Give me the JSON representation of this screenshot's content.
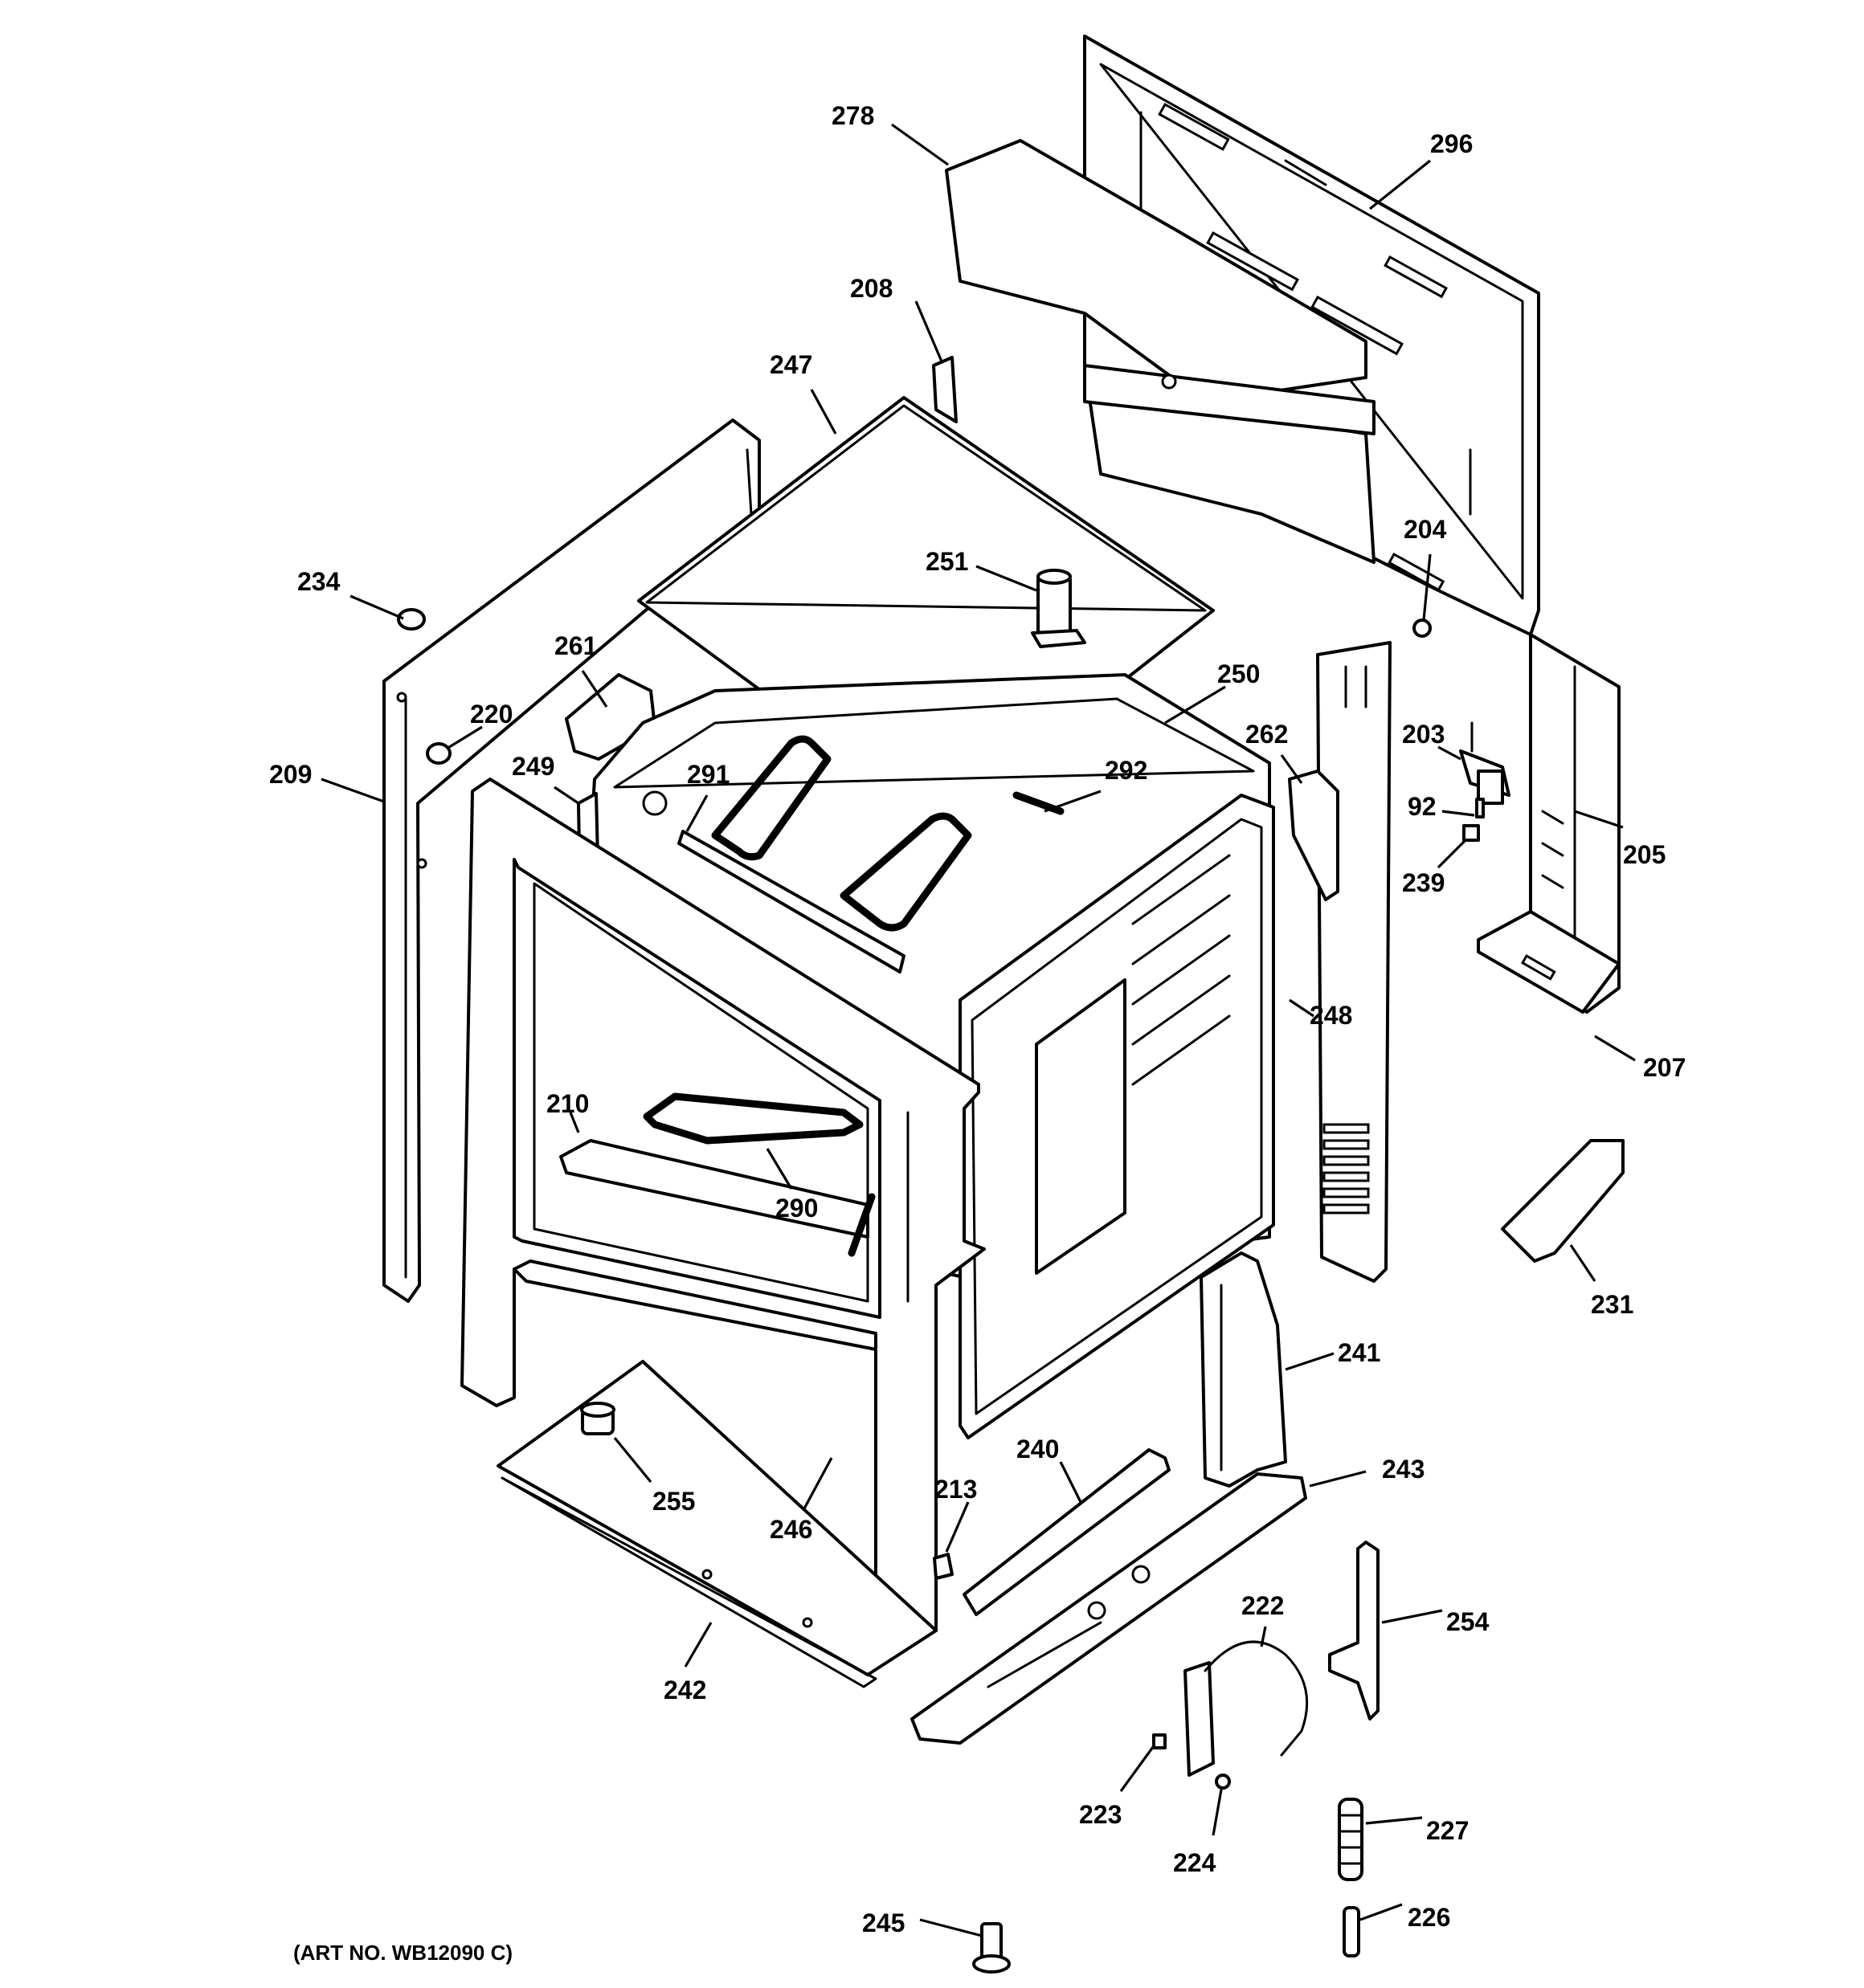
{
  "diagram": {
    "art_number": "(ART NO. WB12090 C)",
    "callouts": {
      "278": "278",
      "296": "296",
      "208": "208",
      "247": "247",
      "204": "204",
      "251": "251",
      "234": "234",
      "261": "261",
      "250": "250",
      "220": "220",
      "262": "262",
      "203": "203",
      "209": "209",
      "249": "249",
      "291": "291",
      "292": "292",
      "92": "92",
      "205": "205",
      "239": "239",
      "248": "248",
      "207": "207",
      "210": "210",
      "290": "290",
      "231": "231",
      "241": "241",
      "240": "240",
      "243": "243",
      "255": "255",
      "213": "213",
      "246": "246",
      "222": "222",
      "254": "254",
      "242": "242",
      "223": "223",
      "227": "227",
      "224": "224",
      "226": "226",
      "245": "245"
    }
  }
}
